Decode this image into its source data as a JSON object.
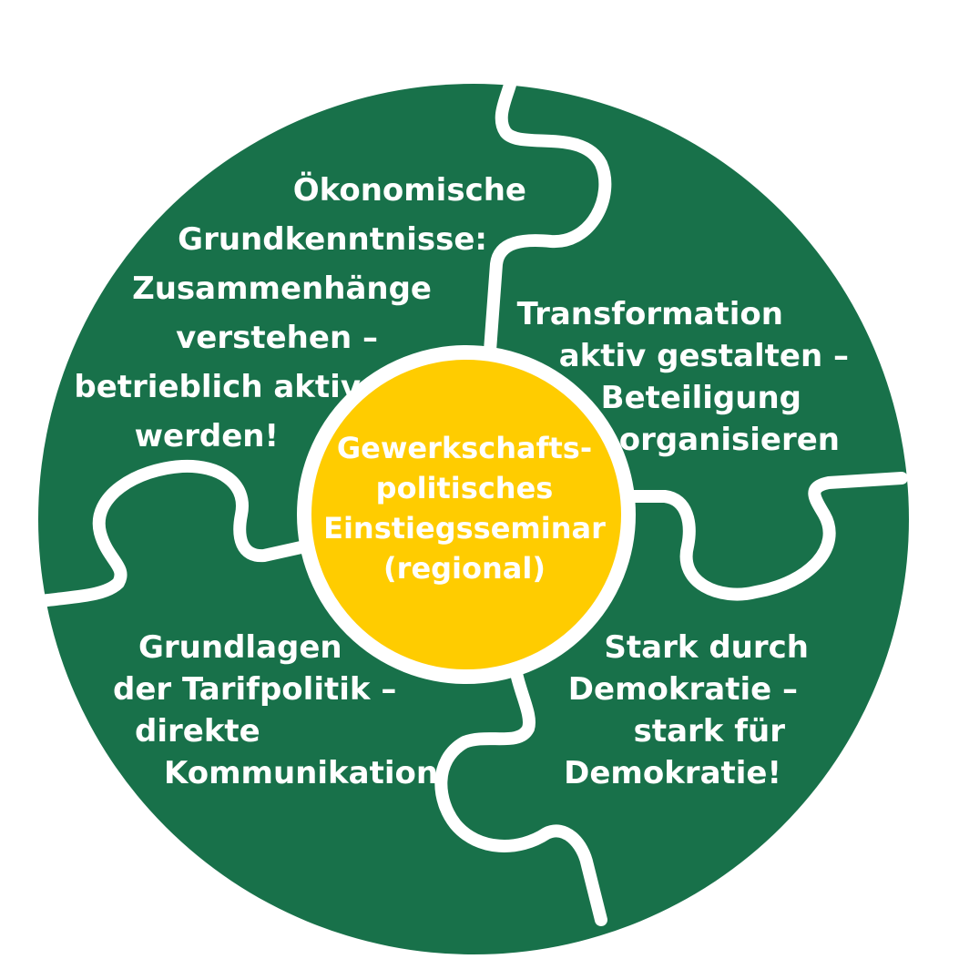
{
  "colors": {
    "green": "#18714a",
    "yellow": "#ffcc00",
    "line": "#ffffff"
  },
  "pieces": {
    "top_left": [
      "Ökonomische",
      "Grundkenntnisse:",
      "Zusammenhänge",
      "verstehen –",
      "betrieblich aktiv",
      "werden!"
    ],
    "top_right": [
      "Transformation",
      "aktiv gestalten –",
      "Beteiligung",
      "organisieren"
    ],
    "bottom_left": [
      "Grundlagen",
      "der Tarifpolitik –",
      "direkte",
      "Kommunikation"
    ],
    "bottom_right": [
      "Stark durch",
      "Demokratie –",
      "stark für",
      "Demokratie!"
    ]
  },
  "center": [
    "Gewerkschafts-",
    "politisches",
    "Einstiegsseminar",
    "(regional)"
  ]
}
